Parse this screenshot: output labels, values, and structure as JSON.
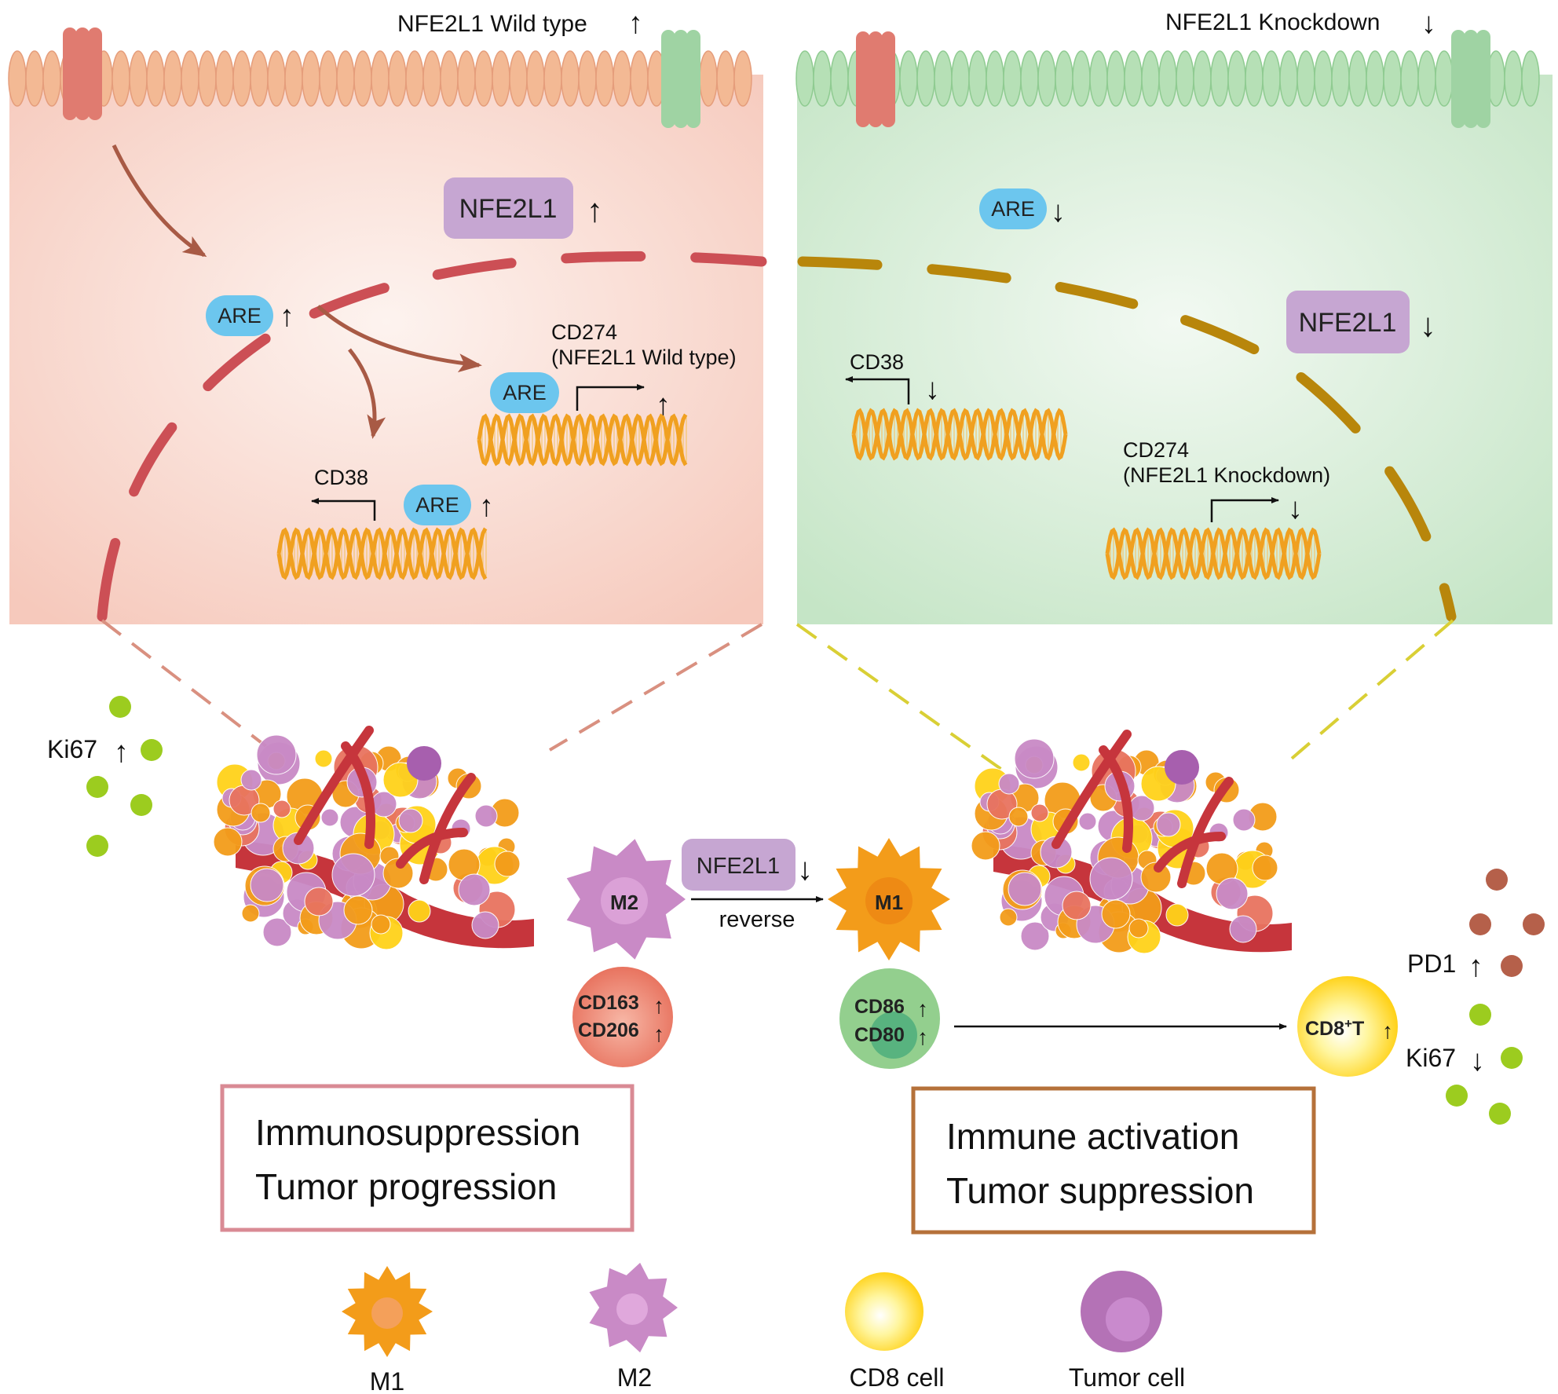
{
  "left_panel": {
    "header_text": "NFE2L1 Wild type",
    "header_arrow": "↑",
    "nfe2l1_label": "NFE2L1",
    "nfe2l1_arrow": "↑",
    "are_label": "ARE",
    "are_arrow": "↑",
    "cd274_title": "CD274",
    "cd274_subtitle": "(NFE2L1 Wild type)",
    "cd274_are_label": "ARE",
    "cd274_arrow": "↑",
    "cd38_label": "CD38",
    "cd38_are_label": "ARE",
    "cd38_arrow": "↑",
    "colors": {
      "background": "#f8d3c9",
      "membrane": "#f0b08a",
      "nucleus": "#cc4f55"
    }
  },
  "right_panel": {
    "header_text": "NFE2L1 Knockdown",
    "header_arrow": "↓",
    "are_label": "ARE",
    "are_arrow": "↓",
    "nfe2l1_label": "NFE2L1",
    "nfe2l1_arrow": "↓",
    "cd38_label": "CD38",
    "cd38_arrow": "↓",
    "cd274_title": "CD274",
    "cd274_subtitle": "(NFE2L1 Knockdown)",
    "cd274_arrow": "↓",
    "colors": {
      "background": "#cfe8cf",
      "membrane": "#9fd3a3",
      "nucleus": "#b8860b"
    }
  },
  "middle": {
    "ki67_left_label": "Ki67",
    "ki67_left_arrow": "↑",
    "m2_label": "M2",
    "m1_label": "M1",
    "nfe2l1_label": "NFE2L1",
    "nfe2l1_arrow": "↓",
    "reverse_label": "reverse",
    "cd163_label": "CD163",
    "cd163_arrow": "↑",
    "cd206_label": "CD206",
    "cd206_arrow": "↑",
    "cd86_label": "CD86",
    "cd86_arrow": "↑",
    "cd80_label": "CD80",
    "cd80_arrow": "↑",
    "cd8t_prefix": "CD8",
    "cd8t_sup": "+",
    "cd8t_suffix": "T",
    "cd8t_arrow": "↑",
    "pd1_label": "PD1",
    "pd1_arrow": "↑",
    "ki67_right_label": "Ki67",
    "ki67_right_arrow": "↓"
  },
  "outcome_left": {
    "line1": "Immunosuppression",
    "line2": "Tumor progression",
    "border_color": "#d98a94"
  },
  "outcome_right": {
    "line1": "Immune activation",
    "line2": "Tumor suppression",
    "border_color": "#b5713a"
  },
  "legend": {
    "m1_label": "M1",
    "m2_label": "M2",
    "cd8_label": "CD8 cell",
    "tumor_label": "Tumor cell"
  },
  "colors": {
    "are_pill": "#6cc6ee",
    "nfe2l1_pill": "#c6a6d2",
    "dna": "#f0a020",
    "ki67_dot": "#9ccc1f",
    "pd1_dot": "#b5604a",
    "m1": "#f39c1a",
    "m2": "#c98ac6",
    "cd8": "#ffe23a",
    "tumor": "#a75fae",
    "vessel": "#c6353c"
  }
}
